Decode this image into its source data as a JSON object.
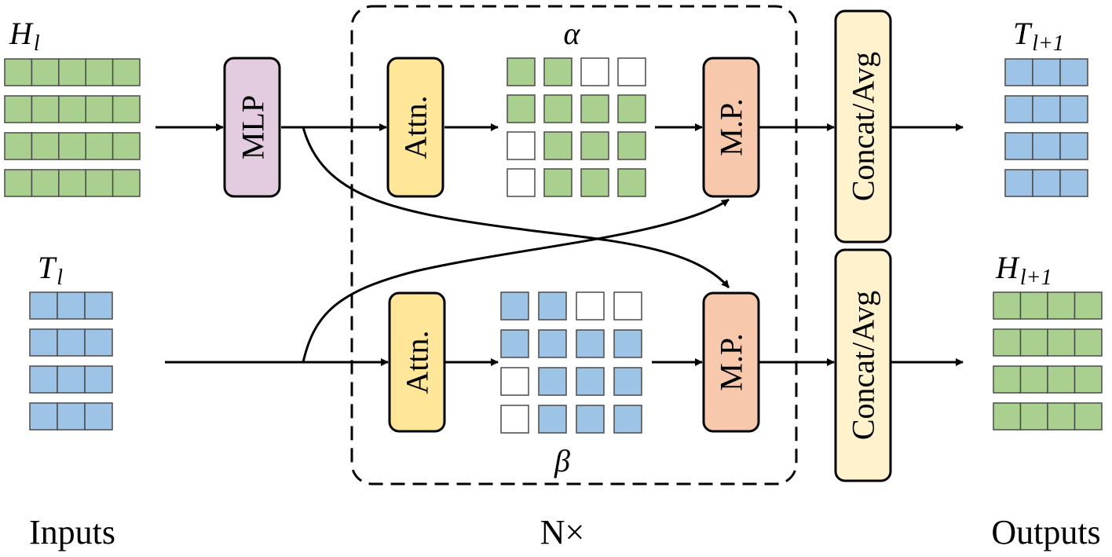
{
  "inputs": {
    "caption": "Inputs",
    "h": {
      "base": "H",
      "sub": "l",
      "rows": 4,
      "cols": 5,
      "fill": "#a9d08e"
    },
    "t": {
      "base": "T",
      "sub": "l",
      "rows": 4,
      "cols": 3,
      "fill": "#9dc3e6"
    }
  },
  "blocks": {
    "mlp": {
      "label": "MLP",
      "fill": "#e3cce0"
    },
    "attn_top": {
      "label": "Attn.",
      "fill": "#ffe699"
    },
    "attn_bottom": {
      "label": "Attn.",
      "fill": "#ffe699"
    },
    "mp_top": {
      "label": "M.P.",
      "fill": "#f8c8ac"
    },
    "mp_bottom": {
      "label": "M.P.",
      "fill": "#f8c8ac"
    },
    "concat_top": {
      "label": "Concat/Avg",
      "fill": "#fff2cc"
    },
    "concat_bottom": {
      "label": "Concat/Avg",
      "fill": "#fff2cc"
    }
  },
  "matrices": {
    "alpha": {
      "symbol": "α",
      "fill": "#a9d08e",
      "pattern": [
        [
          1,
          1,
          0,
          0
        ],
        [
          1,
          1,
          1,
          1
        ],
        [
          0,
          1,
          1,
          1
        ],
        [
          0,
          1,
          1,
          1
        ]
      ]
    },
    "beta": {
      "symbol": "β",
      "fill": "#9dc3e6",
      "pattern": [
        [
          1,
          1,
          0,
          0
        ],
        [
          1,
          1,
          1,
          1
        ],
        [
          0,
          1,
          1,
          1
        ],
        [
          0,
          1,
          1,
          1
        ]
      ]
    }
  },
  "repeat": {
    "label": "N×"
  },
  "outputs": {
    "caption": "Outputs",
    "t": {
      "base": "T",
      "sub": "l+1",
      "rows": 4,
      "cols": 3,
      "fill": "#9dc3e6"
    },
    "h": {
      "base": "H",
      "sub": "l+1",
      "rows": 4,
      "cols": 4,
      "fill": "#a9d08e"
    }
  },
  "colors": {
    "stroke": "#000000",
    "empty_cell": "#ffffff",
    "cell_border": "#4a4a4a"
  }
}
